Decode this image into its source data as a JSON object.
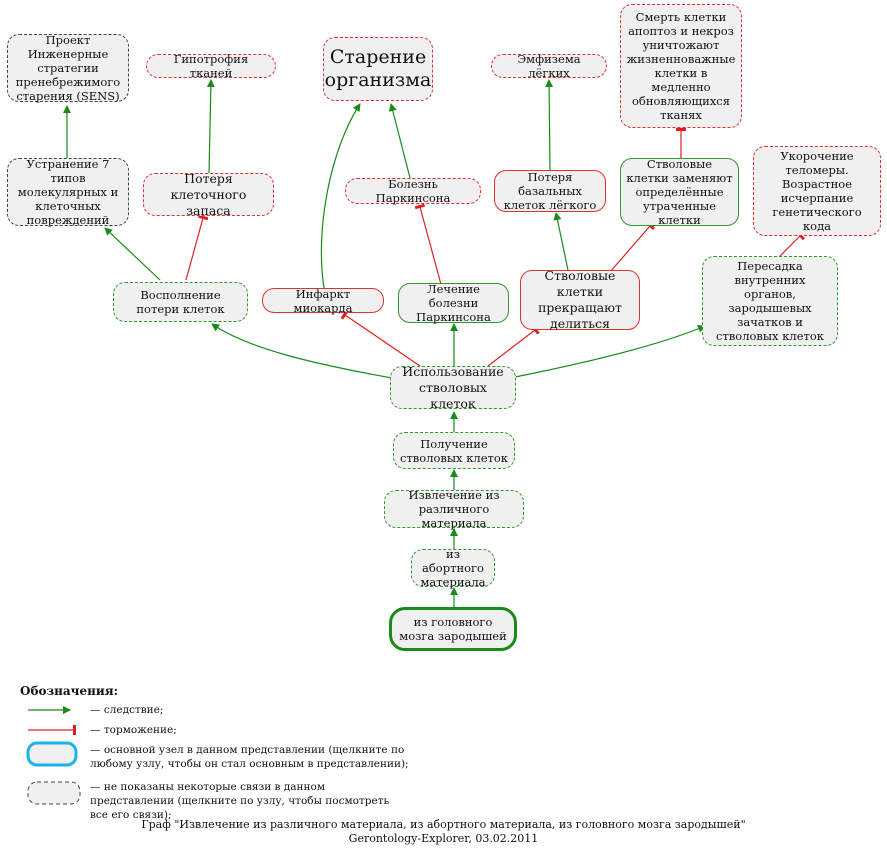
{
  "nodes": {
    "sens": "Проект Инженерные стратегии пренебрежимого старения (SENS)",
    "hypotrophy": "Гипотрофия тканей",
    "aging": "Старение организма",
    "emphysema": "Эмфизема лёгких",
    "apoptosis": "Смерть клетки апоптоз и некроз уничтожают жизненноважные клетки в медленно обновляющихся тканях",
    "fix7": "Устранение 7 типов молекулярных и клеточных повреждений",
    "cellloss": "Потеря клеточного запаса",
    "parkinson": "Болезнь Паркинсона",
    "basalloss": "Потеря базальных клеток лёгкого",
    "stemreplace": "Стволовые клетки заменяют определённые утраченные клетки",
    "telomere": "Укорочение теломеры. Возрастное исчерпание генетического кода",
    "replenish": "Восполнение потери клеток",
    "infarct": "Инфаркт миокарда",
    "treatpark": "Лечение болезни Паркинсона",
    "stemstop": "Стволовые клетки прекращают делиться",
    "transplant": "Пересадка внутренних органов, зародышевых зачатков и стволовых клеток",
    "usestem": "Использование стволовых клеток",
    "getstem": "Получение стволовых клеток",
    "extract": "Извлечение из различного материала",
    "abortive": "из абортного материала",
    "brain": "из головного мозга зародышей"
  },
  "legend": {
    "title": "Обозначения:",
    "consequence": "— следствие;",
    "inhibition": "— торможение;",
    "main_node": "— основной узел в данном представлении (щелкните по любому узлу, чтобы он стал основным в представлении);",
    "hidden_links": "— не показаны некоторые связи в данном представлении (щелкните по узлу, чтобы посмотреть все его связи);"
  },
  "caption": {
    "line1": "Граф \"Извлечение из различного материала, из абортного материала, из головного мозга зародышей\"",
    "line2": "Gerontology-Explorer, 03.02.2011"
  },
  "colors": {
    "consequence": "#1a8a1a",
    "inhibition": "#e02020",
    "main_legend": "#18b4e8",
    "hidden": "#444444"
  }
}
